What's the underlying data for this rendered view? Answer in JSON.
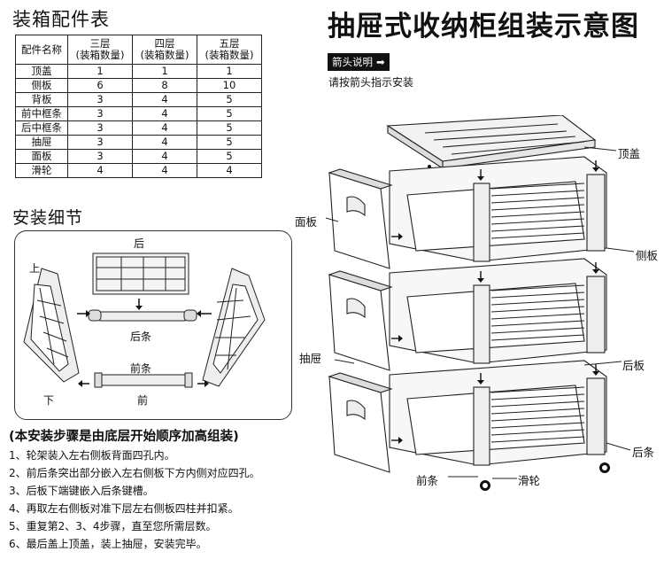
{
  "parts_table": {
    "title": "装箱配件表",
    "headers": [
      "配件名称",
      "三层\n(装箱数量)",
      "四层\n(装箱数量)",
      "五层\n(装箱数量)"
    ],
    "rows": [
      [
        "顶盖",
        "1",
        "1",
        "1"
      ],
      [
        "侧板",
        "6",
        "8",
        "10"
      ],
      [
        "背板",
        "3",
        "4",
        "5"
      ],
      [
        "前中框条",
        "3",
        "4",
        "5"
      ],
      [
        "后中框条",
        "3",
        "4",
        "5"
      ],
      [
        "抽屉",
        "3",
        "4",
        "5"
      ],
      [
        "面板",
        "3",
        "4",
        "5"
      ],
      [
        "滑轮",
        "4",
        "4",
        "4"
      ]
    ]
  },
  "detail": {
    "title": "安装细节",
    "labels": {
      "back": "后",
      "top": "上",
      "back_strip": "后条",
      "front_strip": "前条",
      "front": "前",
      "bottom": "下"
    }
  },
  "steps": {
    "title": "(本安装步骤是由底层开始顺序加高组装)",
    "items": [
      "1、轮架装入左右侧板背面四孔内。",
      "2、前后条突出部分嵌入左右侧板下方内侧对应四孔。",
      "3、后板下端键嵌入后条键槽。",
      "4、再取左右侧板对准下层左右侧板四柱并扣紧。",
      "5、重复第2、3、4步骤，直至您所需层数。",
      "6、最后盖上顶盖，装上抽屉，安装完毕。"
    ]
  },
  "diagram": {
    "title": "抽屉式收纳柜组装示意图",
    "arrow_badge": "箭头说明",
    "arrow_note": "请按箭头指示安装",
    "labels": {
      "top_cover": "顶盖",
      "panel": "面板",
      "side_panel": "侧板",
      "drawer": "抽屉",
      "back_panel": "后板",
      "back_strip": "后条",
      "front_strip": "前条",
      "wheel": "滑轮"
    }
  }
}
